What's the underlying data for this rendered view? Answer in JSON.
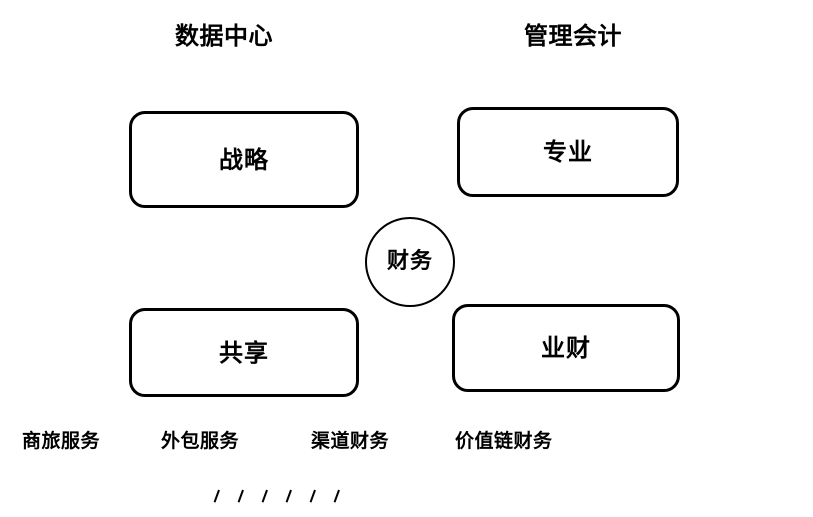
{
  "diagram": {
    "title_left": "数据中心",
    "title_right": "管理会计",
    "center": {
      "label": "财务",
      "shape": "circle"
    },
    "nodes": [
      {
        "id": "strategy",
        "label": "战略",
        "column": "数据中心",
        "row": "top"
      },
      {
        "id": "professional",
        "label": "专业",
        "column": "管理会计",
        "row": "top"
      },
      {
        "id": "shared",
        "label": "共享",
        "column": "数据中心",
        "row": "bottom"
      },
      {
        "id": "bizfinance",
        "label": "业财",
        "column": "管理会计",
        "row": "bottom"
      }
    ],
    "captions": [
      "商旅服务",
      "外包服务",
      "渠道财务",
      "价值链财务"
    ],
    "tick_marks": {
      "count": 6,
      "glyph": "\\"
    },
    "colors": {
      "stroke": "#000000",
      "text": "#000000",
      "background": "#ffffff"
    }
  }
}
